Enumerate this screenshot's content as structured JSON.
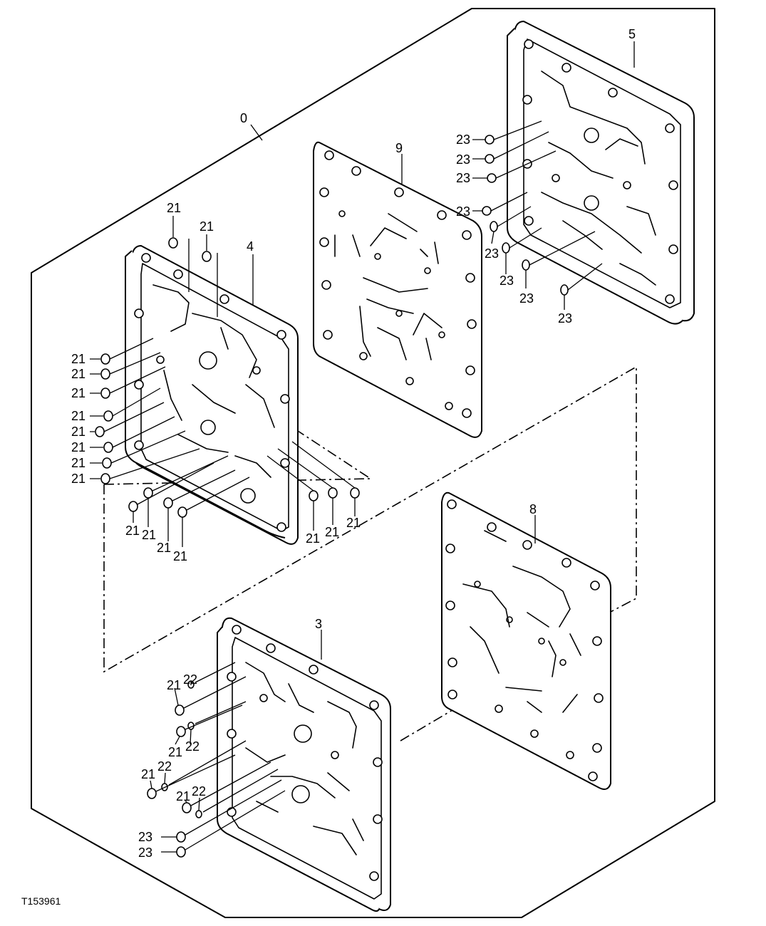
{
  "figure_id": "T153961",
  "assembly": {
    "label": "0",
    "parts": [
      {
        "key": "plate3",
        "label": "3"
      },
      {
        "key": "plate4",
        "label": "4"
      },
      {
        "key": "plate5",
        "label": "5"
      },
      {
        "key": "gasket8",
        "label": "8"
      },
      {
        "key": "gasket9",
        "label": "9"
      }
    ]
  },
  "small_parts": {
    "plug": "21",
    "seal": "22",
    "screen": "23"
  }
}
